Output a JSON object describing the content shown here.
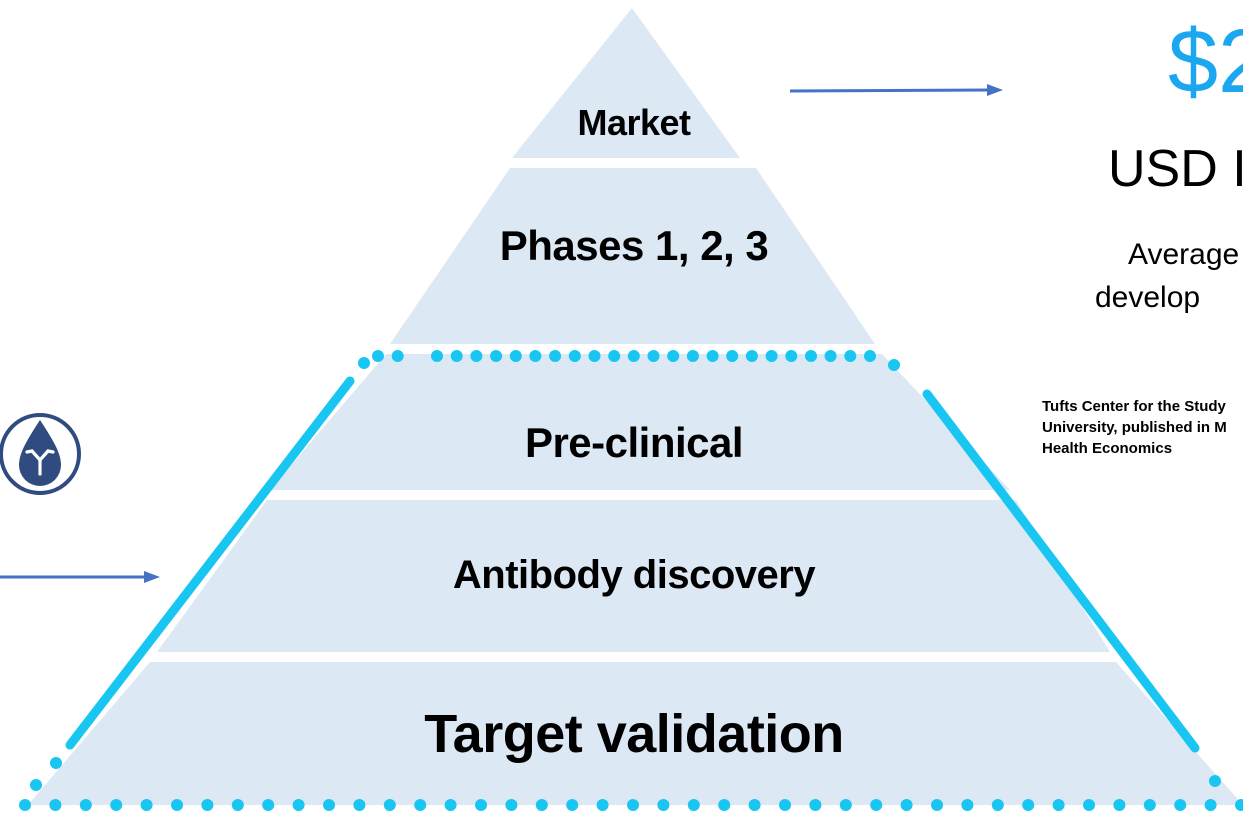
{
  "pyramid": {
    "levels": [
      {
        "label": "Market"
      },
      {
        "label": "Phases 1, 2, 3"
      },
      {
        "label": "Pre-clinical"
      },
      {
        "label": "Antibody discovery"
      },
      {
        "label": "Target validation"
      }
    ]
  },
  "cost": {
    "amount": "$2",
    "unit": "USD I",
    "desc_line1": "Average",
    "desc_line2": "develop"
  },
  "source": {
    "line1": "Tufts Center for the Study",
    "line2": "University, published in M",
    "line3": "Health Economics"
  },
  "logo_icon": "antibody-droplet-icon",
  "colors": {
    "pyramid_fill": "#dde8f5",
    "highlight": "#19c6f2",
    "arrow": "#4472c4",
    "big_number": "#1aa7f0",
    "logo_ring": "#2f4b80"
  }
}
